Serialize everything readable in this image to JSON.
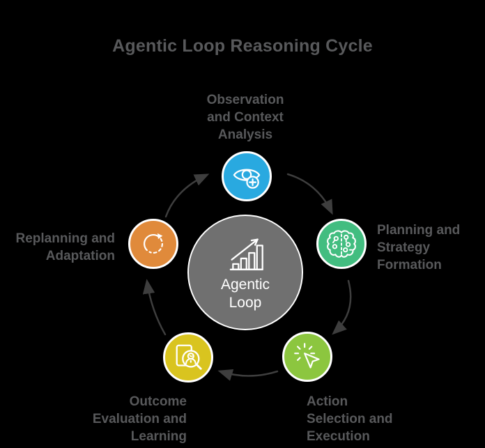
{
  "title": "Agentic Loop Reasoning Cycle",
  "background_color": "#000000",
  "text_color": "#58595B",
  "center_node": {
    "label": "Agentic\nLoop",
    "icon": "growth-chart-icon",
    "color": "#707070"
  },
  "nodes": {
    "observation": {
      "label": "Observation\nand Context\nAnalysis",
      "icon": "eye-plus-icon",
      "color": "#29A9E0"
    },
    "planning": {
      "label": "Planning and\nStrategy\nFormation",
      "icon": "brain-circuit-icon",
      "color": "#42BD80"
    },
    "action": {
      "label": "Action\nSelection and\nExecution",
      "icon": "cursor-click-icon",
      "color": "#8CC63F"
    },
    "outcome": {
      "label": "Outcome\nEvaluation and\nLearning",
      "icon": "person-magnifier-document-icon",
      "color": "#D9C41F"
    },
    "replanning": {
      "label": "Replanning and\nAdaptation",
      "icon": "refresh-cycle-icon",
      "color": "#E08A3B"
    }
  },
  "arrows": {
    "color": "#3E3E3E",
    "flow": [
      {
        "from": "observation",
        "to": "planning"
      },
      {
        "from": "planning",
        "to": "action"
      },
      {
        "from": "action",
        "to": "outcome"
      },
      {
        "from": "outcome",
        "to": "replanning"
      },
      {
        "from": "replanning",
        "to": "observation"
      }
    ]
  }
}
